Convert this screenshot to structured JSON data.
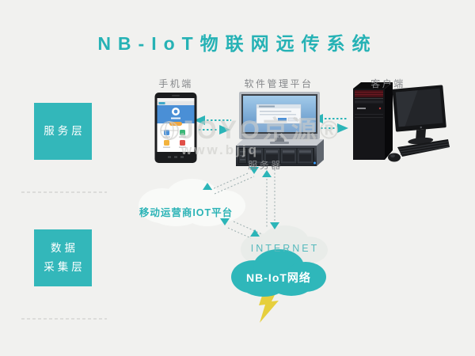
{
  "title": "NB-IoT物联网远传系统",
  "layers": {
    "service": {
      "label": "服务层"
    },
    "collection": {
      "line1": "数据",
      "line2": "采集层"
    }
  },
  "nodes": {
    "mobile": {
      "label": "手机端"
    },
    "platform": {
      "label": "软件管理平台"
    },
    "client": {
      "label": "客户端"
    },
    "server": {
      "label": "服务器"
    }
  },
  "clouds": {
    "carrier": {
      "label": "移动运营商IOT平台"
    },
    "internet": {
      "label": "INTERNET"
    },
    "nbiot": {
      "label": "NB-IoT网络"
    }
  },
  "watermark": {
    "icon": "globe-icon",
    "brand": "JOYO京源®",
    "url": "www.bjjq"
  },
  "colors": {
    "background": "#f1f1ef",
    "accent_teal": "#2cb5b8",
    "box_teal": "#33b7ba",
    "nbiot_cloud_teal": "#2fb7ba",
    "internet_cloud_gray": "#e9ece9",
    "carrier_cloud_white": "#f9faf8",
    "lightning_yellow": "#e6cf3d",
    "label_gray": "#85878a"
  }
}
